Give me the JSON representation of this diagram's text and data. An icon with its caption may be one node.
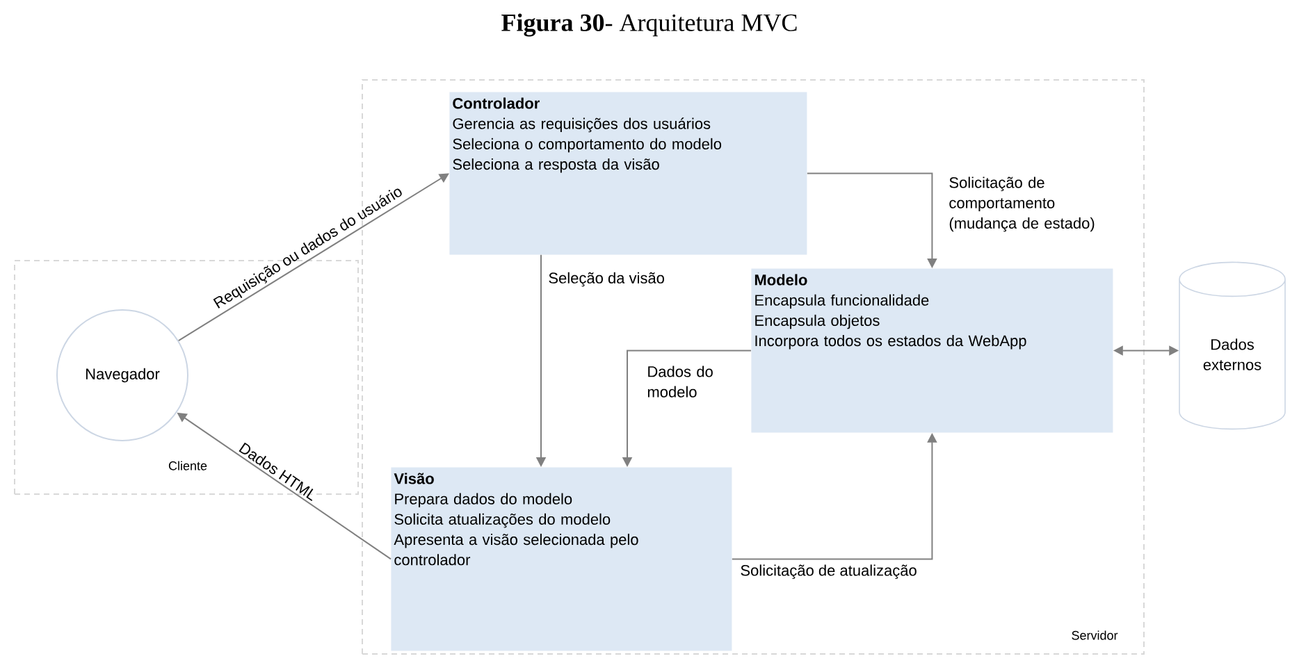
{
  "diagram": {
    "title": "**Figura 30**- Arquitetura MVC",
    "nodes": [
      {
        "text": [
          "Cliente"
        ]
      },
      {
        "text": [
          "Navegador"
        ],
        "in": 0
      },
      {
        "text": [
          "Servidor"
        ]
      },
      {
        "text": [
          "Controlador",
          "Gerencia as requisições dos usuários",
          "Seleciona o comportamento do modelo",
          "Seleciona a resposta da visão"
        ],
        "in": 2
      },
      {
        "text": [
          "Modelo",
          "Encapsula funcionalidade",
          "Encapsula objetos",
          "Incorpora todos os estados da WebApp"
        ],
        "in": 2
      },
      {
        "text": [
          "Visão",
          "Prepara dados do modelo",
          "Solicita atualizações do modelo",
          "Apresenta a visão selecionada pelo controlador"
        ],
        "in": 2
      },
      {
        "text": [
          "Dados externos"
        ]
      }
    ],
    "edges": [
      {
        "from": 1,
        "to": 3,
        "arrow": "to",
        "label": "Requisição ou dados do usuário"
      },
      {
        "from": 3,
        "to": 4,
        "arrow": "to",
        "label": "Solicitação de comportamento (mudança de estado)"
      },
      {
        "from": 3,
        "to": 5,
        "arrow": "to",
        "label": "Seleção da visão"
      },
      {
        "from": 4,
        "to": 5,
        "arrow": "to",
        "label": "Dados do modelo"
      },
      {
        "from": 4,
        "to": 6,
        "arrow": "both"
      },
      {
        "from": 5,
        "to": 1,
        "arrow": "to",
        "label": "Dados HTML"
      },
      {
        "from": 5,
        "to": 4,
        "arrow": "to",
        "label": "Solicitação de atualização"
      }
    ]
  }
}
